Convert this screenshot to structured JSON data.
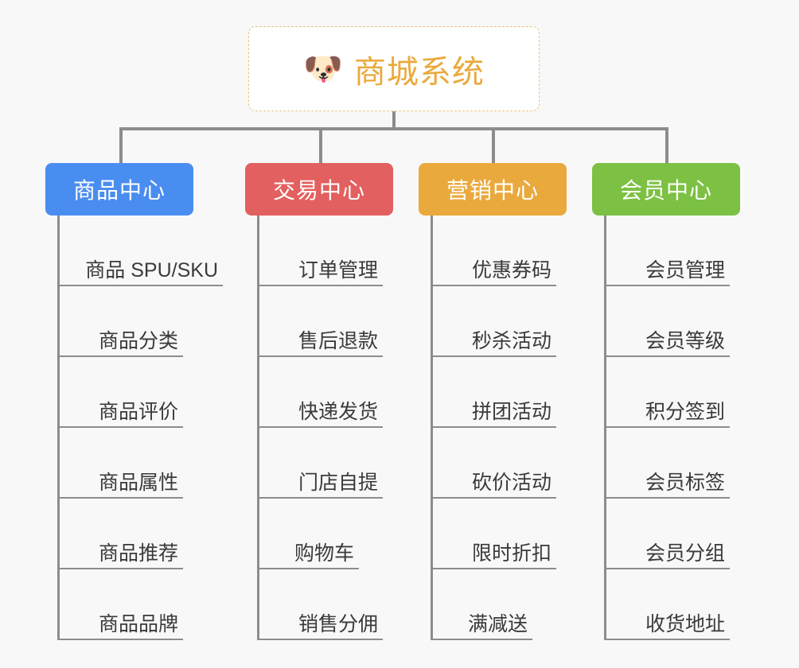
{
  "root": {
    "icon": "dog-face-icon",
    "icon_glyph": "🐶",
    "title": "商城系统",
    "title_color": "#e9aa3c",
    "border_color": "#eac77e"
  },
  "theme": {
    "background": "#f8f8f9",
    "line_color": "#8c8c8c",
    "leaf_text_color": "#3a3a3c"
  },
  "branches": [
    {
      "label": "商品中心",
      "color": "#4a8df0",
      "items": [
        {
          "label": "商品 SPU/SKU",
          "width": "w-long"
        },
        {
          "label": "商品分类",
          "width": "w-4"
        },
        {
          "label": "商品评价",
          "width": "w-4"
        },
        {
          "label": "商品属性",
          "width": "w-4"
        },
        {
          "label": "商品推荐",
          "width": "w-4"
        },
        {
          "label": "商品品牌",
          "width": "w-4"
        }
      ]
    },
    {
      "label": "交易中心",
      "color": "#e2605f",
      "items": [
        {
          "label": "订单管理",
          "width": "w-4"
        },
        {
          "label": "售后退款",
          "width": "w-4"
        },
        {
          "label": "快递发货",
          "width": "w-4"
        },
        {
          "label": "门店自提",
          "width": "w-4"
        },
        {
          "label": "购物车",
          "width": "w-3"
        },
        {
          "label": "销售分佣",
          "width": "w-4"
        }
      ]
    },
    {
      "label": "营销中心",
      "color": "#eaa93c",
      "items": [
        {
          "label": "优惠券码",
          "width": "w-4"
        },
        {
          "label": "秒杀活动",
          "width": "w-4"
        },
        {
          "label": "拼团活动",
          "width": "w-4"
        },
        {
          "label": "砍价活动",
          "width": "w-4"
        },
        {
          "label": "限时折扣",
          "width": "w-4"
        },
        {
          "label": "满减送",
          "width": "w-3"
        }
      ]
    },
    {
      "label": "会员中心",
      "color": "#7cc143",
      "items": [
        {
          "label": "会员管理",
          "width": "w-4"
        },
        {
          "label": "会员等级",
          "width": "w-4"
        },
        {
          "label": "积分签到",
          "width": "w-4"
        },
        {
          "label": "会员标签",
          "width": "w-4"
        },
        {
          "label": "会员分组",
          "width": "w-4"
        },
        {
          "label": "收货地址",
          "width": "w-4"
        }
      ]
    }
  ]
}
